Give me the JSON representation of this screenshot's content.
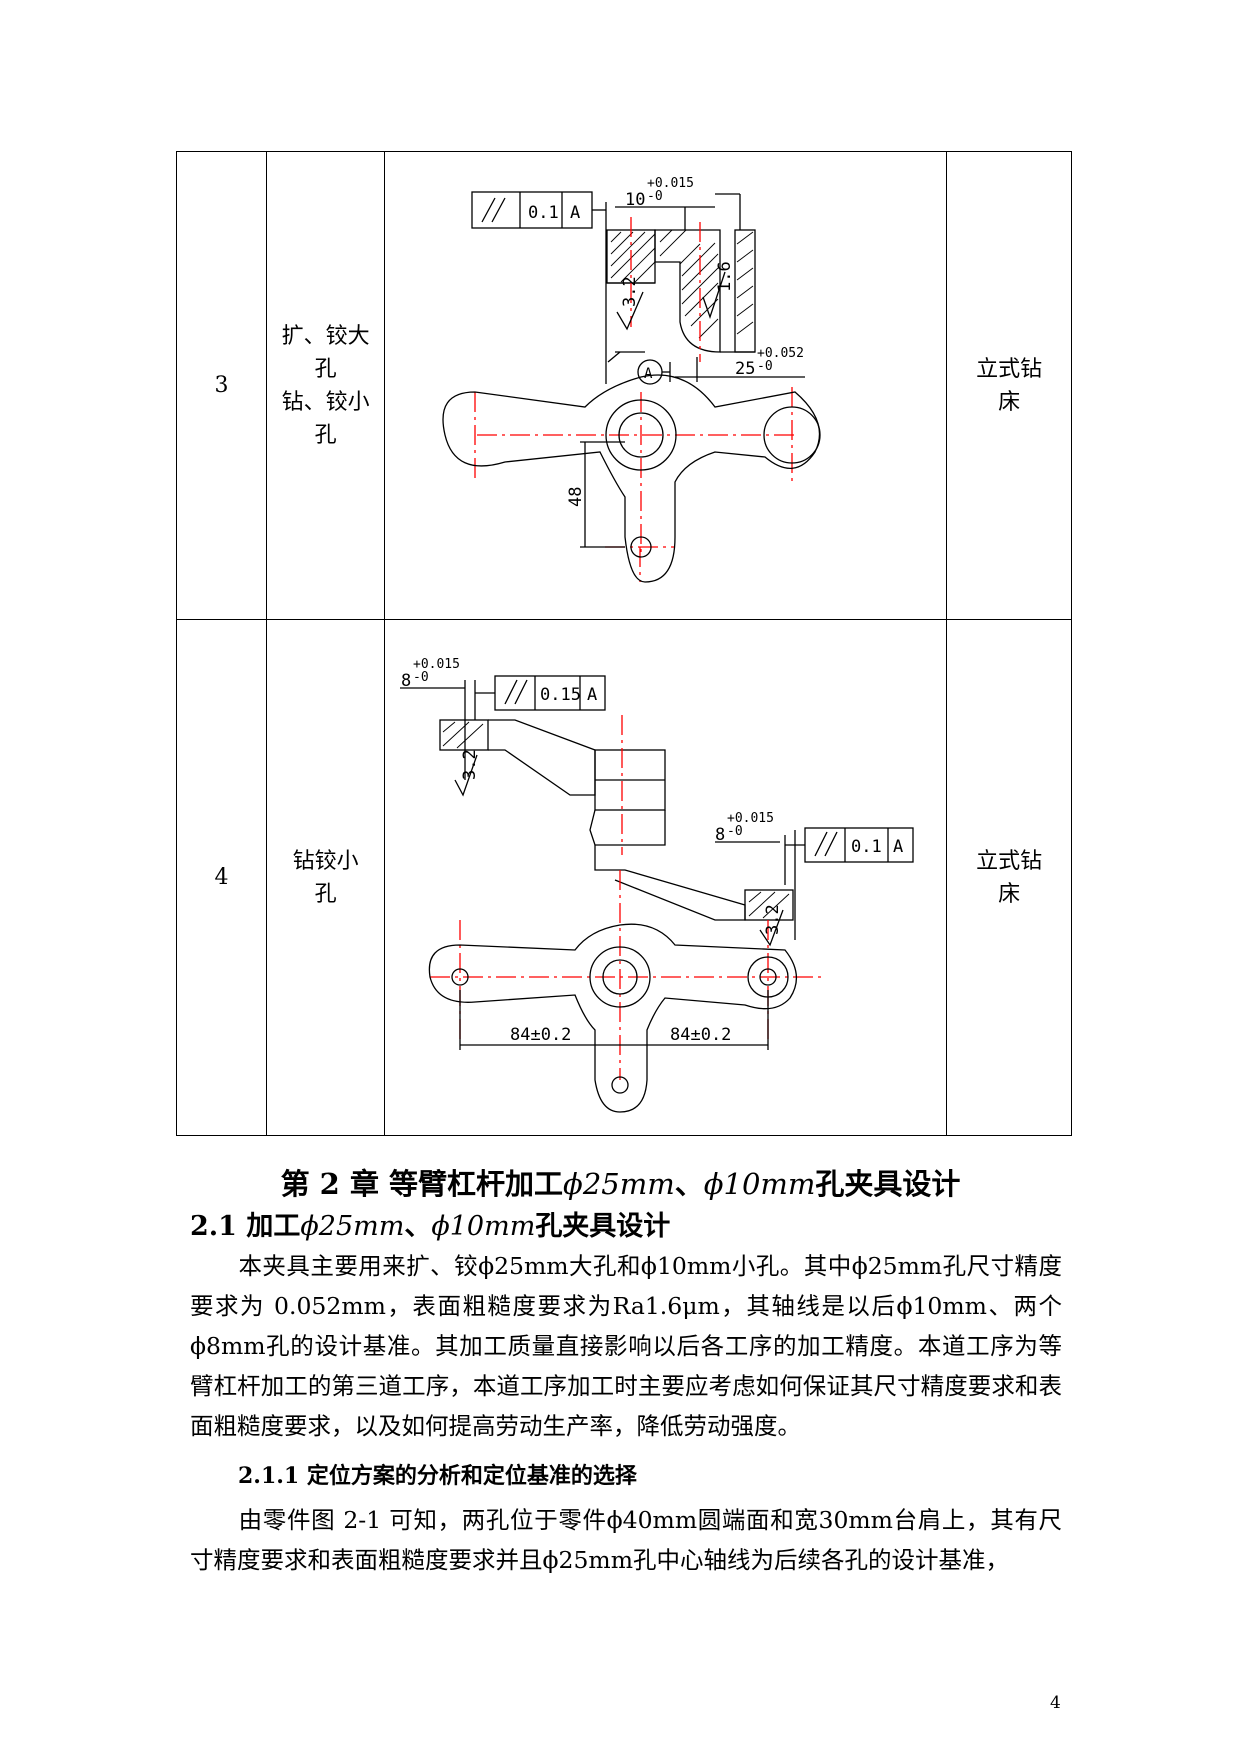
{
  "table": {
    "rows": [
      {
        "no": "3",
        "name": "扩、铰大\n孔\n钻、铰小\n孔",
        "machine": "立式钻\n床",
        "drawing_labels": {
          "tol_value": "0.1",
          "datum": "A",
          "dim_upper": "10",
          "dim_upper_tol": "+0.015",
          "dim_upper_tol_low": "-0",
          "rough1": "3.2",
          "rough2": "1.6",
          "dim_lower": "25",
          "dim_lower_tol": "+0.052",
          "dim_lower_tol_low": "-0",
          "datum_circle": "A",
          "dim_side": "48"
        }
      },
      {
        "no": "4",
        "name": "钻铰小\n孔",
        "machine": "立式钻\n床",
        "drawing_labels": {
          "dim_a": "8",
          "dim_a_tol": "+0.015",
          "dim_a_tol_low": "-0",
          "tol_a": "0.15",
          "datum_a": "A",
          "rough_a": "3.2",
          "dim_b": "8",
          "dim_b_tol": "+0.015",
          "dim_b_tol_low": "-0",
          "tol_b": "0.1",
          "datum_b": "A",
          "rough_b": "3.2",
          "dim_left": "84±0.2",
          "dim_right": "84±0.2"
        }
      }
    ]
  },
  "chapter": {
    "prefix": "第 2 章  等臂杠杆加工",
    "sym1": "ϕ25mm",
    "sep": "、",
    "sym2": "ϕ10mm",
    "suffix": "孔夹具设计"
  },
  "section": {
    "num": "2.1  加工",
    "sym1": "ϕ25mm",
    "sep": "、",
    "sym2": "ϕ10mm",
    "suffix": "孔夹具设计"
  },
  "paragraph1": "本夹具主要用来扩、铰ϕ25mm大孔和ϕ10mm小孔。其中ϕ25mm孔尺寸精度要求为 0.052mm，表面粗糙度要求为Ra1.6μm，其轴线是以后ϕ10mm、两个ϕ8mm孔的设计基准。其加工质量直接影响以后各工序的加工精度。本道工序为等臂杠杆加工的第三道工序，本道工序加工时主要应考虑如何保证其尺寸精度要求和表面粗糙度要求，以及如何提高劳动生产率，降低劳动强度。",
  "subsection": "2.1.1 定位方案的分析和定位基准的选择",
  "paragraph2": "由零件图 2-1 可知，两孔位于零件ϕ40mm圆端面和宽30mm台肩上，其有尺寸精度要求和表面粗糙度要求并且ϕ25mm孔中心轴线为后续各孔的设计基准，",
  "page_number": "4"
}
